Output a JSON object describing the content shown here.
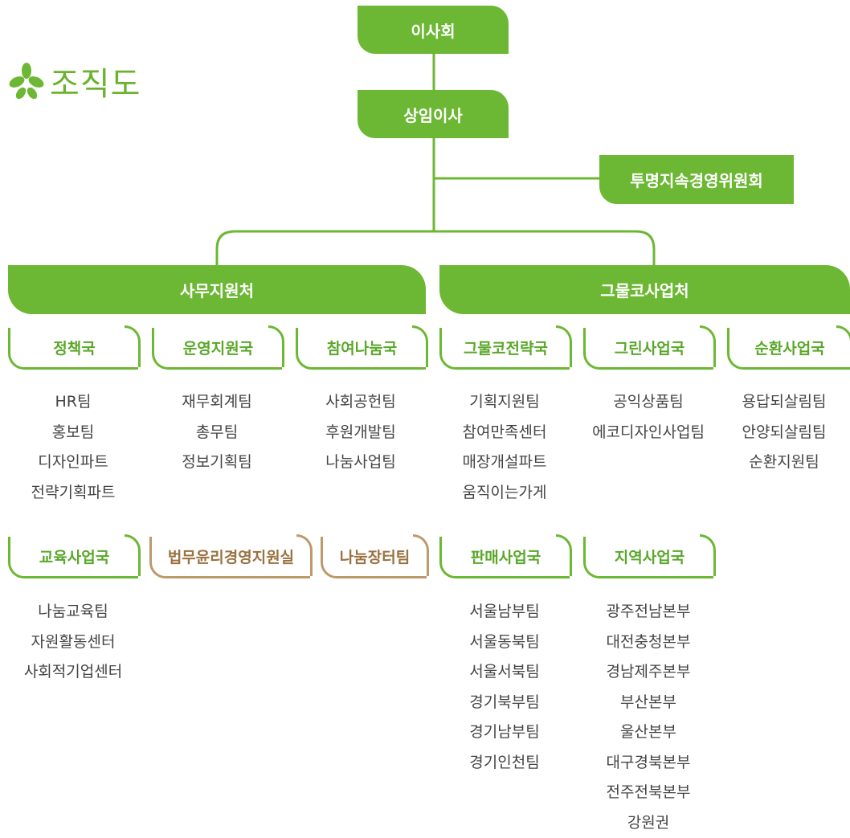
{
  "title": "조직도",
  "brand_color": "#6cb733",
  "legal_color": "#bc9a6c",
  "board": "이사회",
  "standing_director": "상임이사",
  "ethics_committee": "투명지속경영위원회",
  "divisions": {
    "office": "사무지원처",
    "goodwill": "그물코사업처"
  },
  "depts": {
    "policy": {
      "name": "정책국",
      "teams": [
        "HR팀",
        "홍보팀",
        "디자인파트",
        "전략기획파트"
      ]
    },
    "operations": {
      "name": "운영지원국",
      "teams": [
        "재무회계팀",
        "총무팀",
        "정보기획팀"
      ]
    },
    "sharing_participation": {
      "name": "참여나눔국",
      "teams": [
        "사회공헌팀",
        "후원개발팀",
        "나눔사업팀"
      ]
    },
    "education": {
      "name": "교육사업국",
      "teams": [
        "나눔교육팀",
        "자원활동센터",
        "사회적기업센터"
      ]
    },
    "legal": {
      "name": "법무윤리경영지원실"
    },
    "marketplace": {
      "name": "나눔장터팀"
    },
    "strategy": {
      "name": "그물코전략국",
      "teams": [
        "기획지원팀",
        "참여만족센터",
        "매장개설파트",
        "움직이는가게"
      ]
    },
    "green": {
      "name": "그린사업국",
      "teams": [
        "공익상품팀",
        "에코디자인사업팀"
      ]
    },
    "circulation": {
      "name": "순환사업국",
      "teams": [
        "용답되살림팀",
        "안양되살림팀",
        "순환지원팀"
      ]
    },
    "sales": {
      "name": "판매사업국",
      "teams": [
        "서울남부팀",
        "서울동북팀",
        "서울서북팀",
        "경기북부팀",
        "경기남부팀",
        "경기인천팀"
      ]
    },
    "regional": {
      "name": "지역사업국",
      "teams": [
        "광주전남본부",
        "대전충청본부",
        "경남제주본부",
        "부산본부",
        "울산본부",
        "대구경북본부",
        "전주전북본부",
        "강원권"
      ]
    }
  }
}
